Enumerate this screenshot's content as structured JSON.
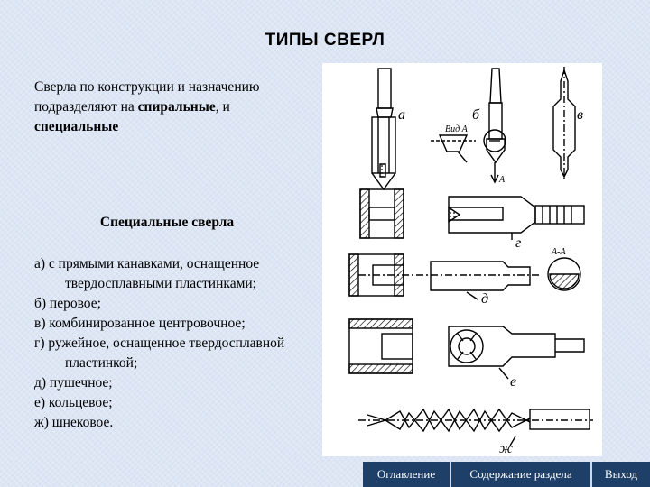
{
  "slide": {
    "title": "ТИПЫ СВЕРЛ",
    "intro_text": "Сверла по конструкции и назначению подразделяют на",
    "intro_bold_1": "спиральные",
    "intro_joiner": ",  и",
    "intro_bold_2": "специальные",
    "subheading": "Специальные сверла",
    "list_items": [
      "а) с прямыми канавками, оснащенное твердосплавными пластинками;",
      "б) перовое;",
      "в) комбинированное центровочное;",
      "г) ружейное, оснащенное твердосплавной пластинкой;",
      "д) пушечное;",
      "е) кольцевое;",
      "ж) шнековое."
    ]
  },
  "figure": {
    "labels": {
      "a": "а",
      "b": "б",
      "v": "в",
      "g": "г",
      "d": "д",
      "e": "е",
      "zh": "ж",
      "view_a": "Вид А",
      "section_aa": "А-А",
      "arrow_a": "А"
    }
  },
  "nav": {
    "contents": "Оглавление",
    "section_contents": "Содержание раздела",
    "exit": "Выход"
  },
  "colors": {
    "background": "#dde6f4",
    "nav_bar": "#1d3f68",
    "nav_text": "#ffffff"
  }
}
